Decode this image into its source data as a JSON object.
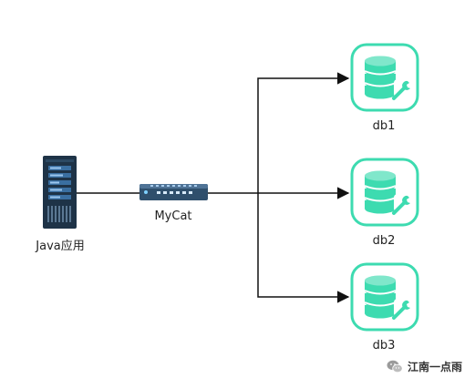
{
  "nodes": {
    "server": {
      "label": "Java应用"
    },
    "switch": {
      "label": "MyCat"
    },
    "db1": {
      "label": "db1"
    },
    "db2": {
      "label": "db2"
    },
    "db3": {
      "label": "db3"
    }
  },
  "edges": [
    {
      "from": "server",
      "to": "switch"
    },
    {
      "from": "switch",
      "to": "db1"
    },
    {
      "from": "switch",
      "to": "db2"
    },
    {
      "from": "switch",
      "to": "db3"
    }
  ],
  "watermark": {
    "text": "江南一点雨",
    "icon": "wechat-icon"
  },
  "colors": {
    "db_border": "#3ddbb0",
    "db_fill": "#3ddbb0",
    "server_body": "#1e3347",
    "switch_body": "#2f4f6c",
    "line": "#111111"
  }
}
